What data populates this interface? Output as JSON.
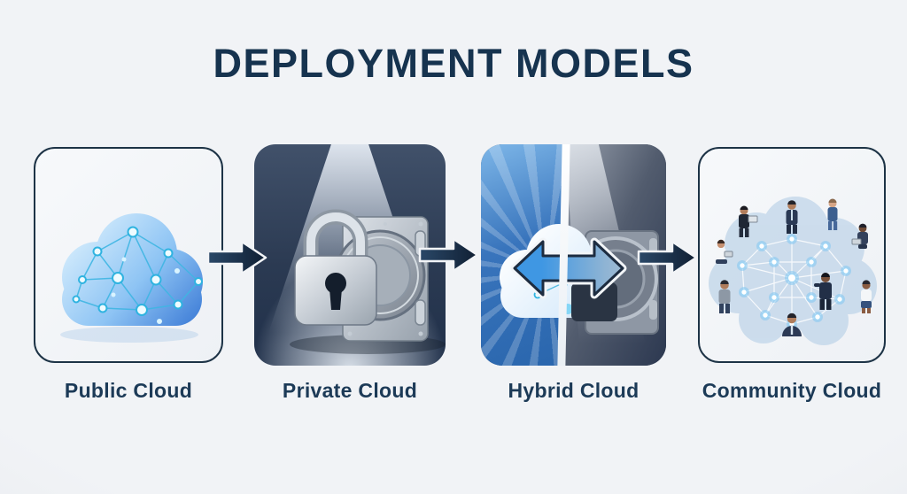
{
  "title": "DEPLOYMENT MODELS",
  "panels": [
    {
      "id": "public-cloud",
      "label": "Public Cloud",
      "icon": "public-cloud-network-icon"
    },
    {
      "id": "private-cloud",
      "label": "Private Cloud",
      "icon": "padlock-vault-icon"
    },
    {
      "id": "hybrid-cloud",
      "label": "Hybrid Cloud",
      "icon": "cloud-vault-sync-icon"
    },
    {
      "id": "community-cloud",
      "label": "Community Cloud",
      "icon": "people-network-cloud-icon"
    }
  ],
  "flow": {
    "arrow_icon": "right-arrow-icon",
    "arrow_count": 3,
    "direction": "left-to-right",
    "hybrid_center_icon": "bidirectional-arrow-icon"
  },
  "colors": {
    "background": "#eceef1",
    "title_text": "#16334f",
    "label_text": "#1c3a57",
    "panel_border": "#1d3346",
    "arrow_fill": "#18293f",
    "arrow_outline": "#f2f4f7",
    "public_cloud_blue": "#2f6fd1",
    "hybrid_left_blue": "#2e6db8",
    "private_panel_dark": "#2b3a52",
    "community_cloud_fill": "#c3d7ea"
  }
}
